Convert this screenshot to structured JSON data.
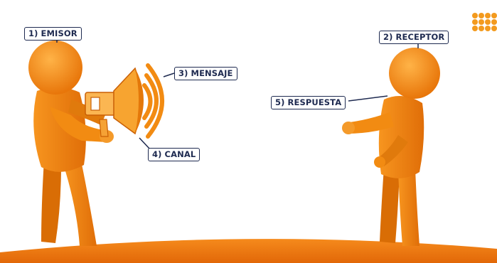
{
  "labels": {
    "emisor": "1) EMISOR",
    "receptor": "2) RECEPTOR",
    "mensaje": "3) MENSAJE",
    "canal": "4) CANAL",
    "respuesta": "5) RESPUESTA"
  },
  "colors": {
    "figure_orange": "#f28b12",
    "figure_dark": "#d96d05",
    "ground_orange": "#f07a0e",
    "label_border": "#1e2a50",
    "label_text": "#1e2a50"
  },
  "icons": [
    "megaphone-icon",
    "sound-waves-icon",
    "logo-dots-icon"
  ]
}
